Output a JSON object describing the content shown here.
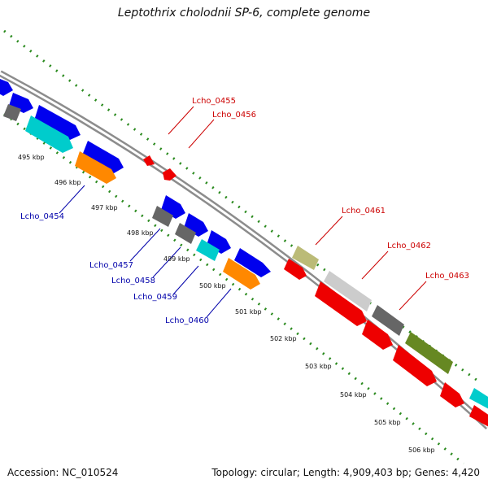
{
  "header": {
    "title": "Leptothrix cholodnii SP-6, complete genome"
  },
  "footer": {
    "accession": "Accession: NC_010524",
    "summary": "Topology: circular; Length: 4,909,403 bp; Genes: 4,420"
  },
  "colors": {
    "backbone": "#8c8c8c",
    "dotted": "#2a8a1e",
    "label_red": "#cc0000",
    "label_blue": "#0000aa",
    "gene_blue": "#0000ee",
    "gene_cyan": "#00cccc",
    "gene_gray": "#666666",
    "gene_orange": "#ff8800",
    "gene_red": "#ee0000",
    "gene_khaki": "#bbbb77",
    "gene_lightgray": "#cccccc",
    "gene_olive": "#668822"
  },
  "scale": {
    "ticks": [
      "495 kbp",
      "496 kbp",
      "497 kbp",
      "498 kbp",
      "499 kbp",
      "500 kbp",
      "501 kbp",
      "502 kbp",
      "503 kbp",
      "504 kbp",
      "505 kbp",
      "506 kbp"
    ]
  },
  "gene_labels": {
    "red": [
      "Lcho_0455",
      "Lcho_0456",
      "Lcho_0461",
      "Lcho_0462",
      "Lcho_0463"
    ],
    "blue": [
      "Lcho_0454",
      "Lcho_0457",
      "Lcho_0458",
      "Lcho_0459",
      "Lcho_0460"
    ]
  }
}
